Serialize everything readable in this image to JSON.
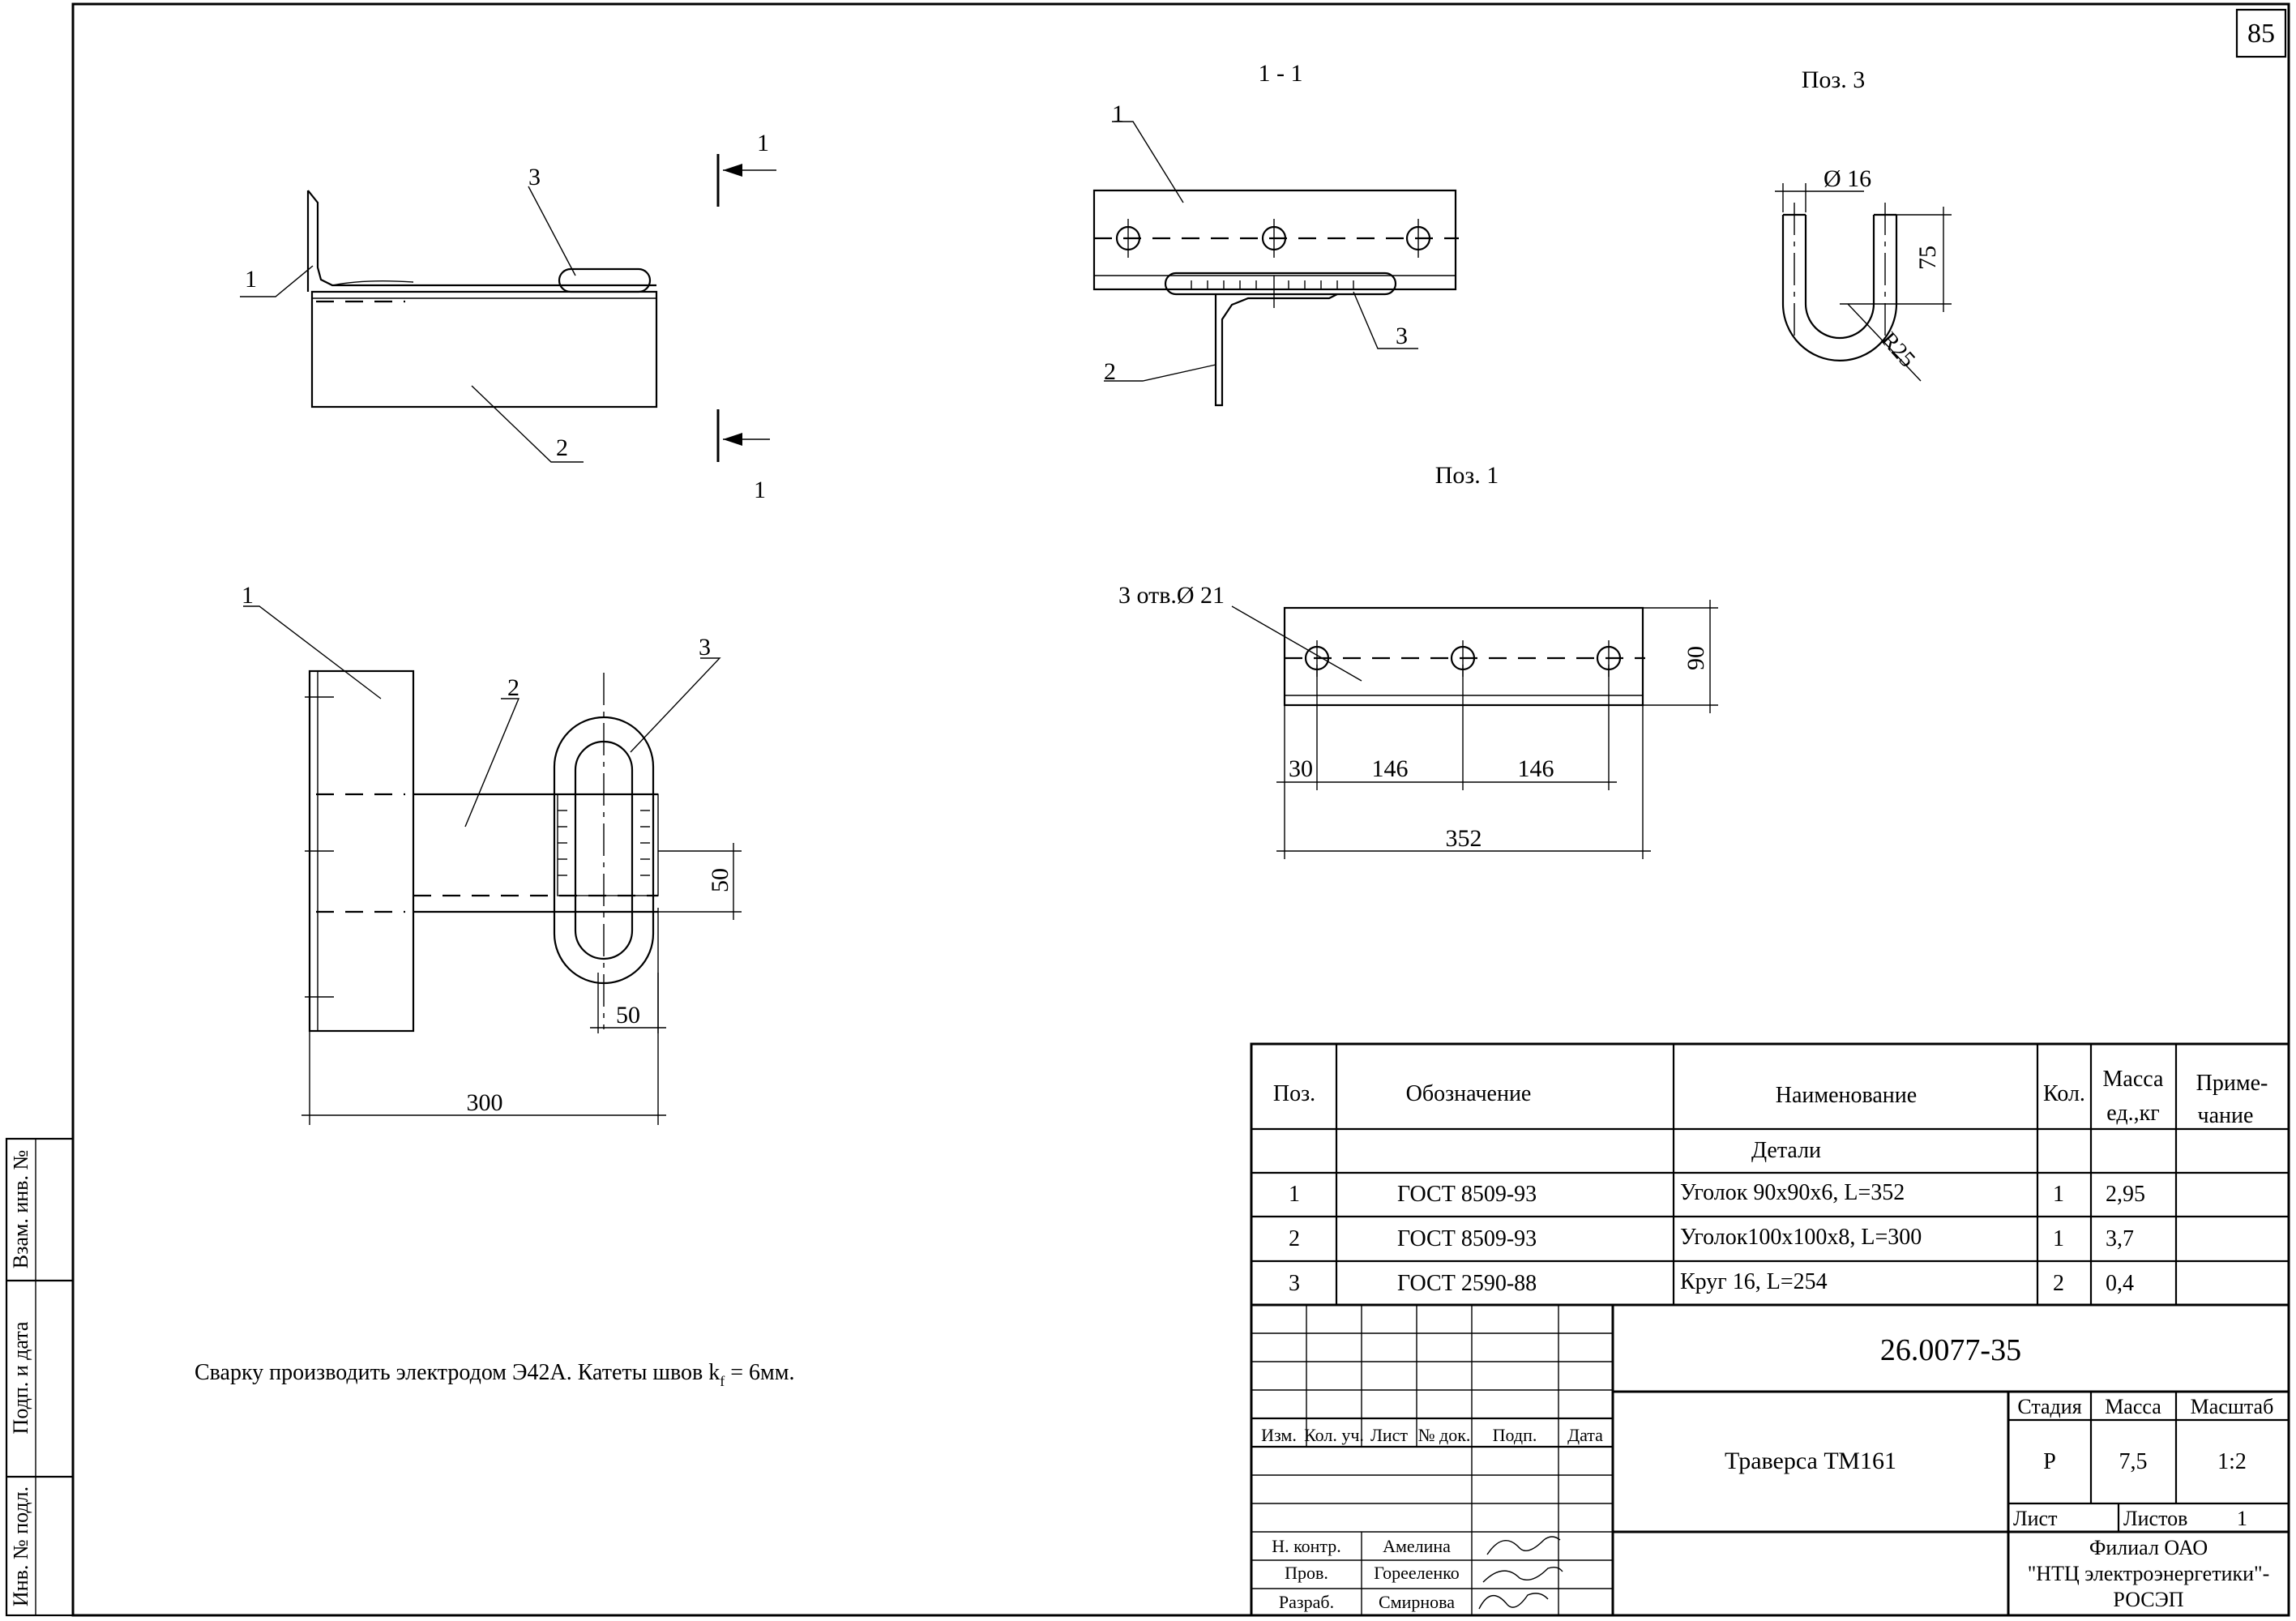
{
  "sheet_number": "85",
  "views": {
    "section_title": "1 - 1",
    "pos3_title": "Поз. 3",
    "pos1_title": "Поз. 1",
    "section_mark": "1"
  },
  "callouts": {
    "c1": "1",
    "c2": "2",
    "c3": "3"
  },
  "dimensions": {
    "d16": "Ø 16",
    "d75": "75",
    "r25": "R25",
    "holes": "3 отв.Ø 21",
    "d90": "90",
    "d30": "30",
    "d146": "146",
    "d352": "352",
    "d50": "50",
    "d300": "300"
  },
  "note": {
    "before": "Сварку производить электродом Э42А. Катеты швов k",
    "sub": "f",
    "after": " = 6мм."
  },
  "spec_table": {
    "headers": {
      "pos": "Поз.",
      "designation": "Обозначение",
      "name": "Наименование",
      "qty": "Кол.",
      "mass_1": "Масса",
      "mass_2": "ед.,кг",
      "note_1": "Приме-",
      "note_2": "чание"
    },
    "section": "Детали",
    "rows": [
      {
        "pos": "1",
        "designation": "ГОСТ 8509-93",
        "name": "Уголок 90х90х6,   L=352",
        "qty": "1",
        "mass": "2,95"
      },
      {
        "pos": "2",
        "designation": "ГОСТ 8509-93",
        "name": "Уголок100х100х8,   L=300",
        "qty": "1",
        "mass": "3,7"
      },
      {
        "pos": "3",
        "designation": "ГОСТ 2590-88",
        "name": "Круг 16,   L=254",
        "qty": "2",
        "mass": "0,4"
      }
    ]
  },
  "title_block": {
    "doc_code": "26.0077-35",
    "title": "Траверса ТМ161",
    "col_izm": "Изм.",
    "col_kol": "Кол. уч.",
    "col_list": "Лист",
    "col_ndok": "№ док.",
    "col_podp": "Подп.",
    "col_data": "Дата",
    "stage_label": "Стадия",
    "mass_label": "Масса",
    "scale_label": "Масштаб",
    "stage": "Р",
    "mass": "7,5",
    "scale": "1:2",
    "sheet_label": "Лист",
    "sheets_label": "Листов",
    "sheets": "1",
    "org_1": "Филиал ОАО",
    "org_2": "\"НТЦ электроэнергетики\"-",
    "org_3": "РОСЭП",
    "roles": [
      {
        "role": "Н. контр.",
        "name": "Амелина"
      },
      {
        "role": "Пров.",
        "name": "Горееленко"
      },
      {
        "role": "Разраб.",
        "name": "Смирнова"
      }
    ]
  },
  "side_stamps": {
    "vzam": "Взам. инв. №",
    "podp": "Подп. и дата",
    "inv": "Инв. № подл."
  }
}
